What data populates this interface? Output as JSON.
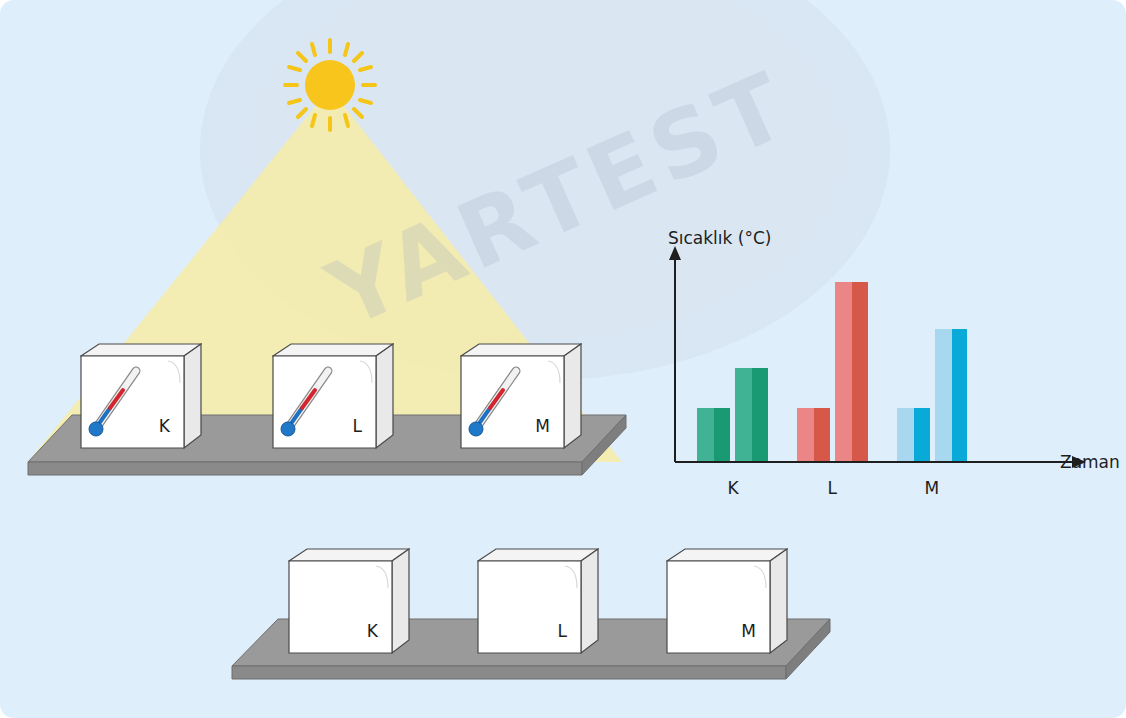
{
  "diagram": {
    "nodes": [
      {
        "text": [
          "K"
        ]
      },
      {
        "text": [
          "L"
        ]
      },
      {
        "text": [
          "M"
        ]
      },
      {
        "text": [
          "K"
        ]
      },
      {
        "text": [
          "L"
        ]
      },
      {
        "text": [
          "M"
        ]
      }
    ],
    "labels": [
      "YARTEST",
      "Sıcaklık (°C)",
      "Zaman",
      "K",
      "L",
      "M"
    ]
  }
}
